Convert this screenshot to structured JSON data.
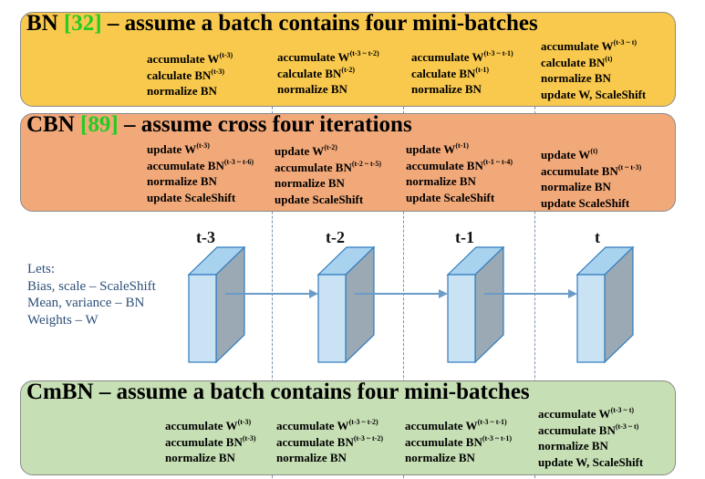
{
  "bn": {
    "title_prefix": "BN ",
    "title_ref": "[32]",
    "title_rest": " – assume a batch contains four mini-batches",
    "columns": [
      [
        {
          "t": "accumulate W",
          "s": "(t-3)"
        },
        {
          "t": "calculate BN",
          "s": "(t-3)"
        },
        {
          "t": "normalize BN",
          "s": ""
        }
      ],
      [
        {
          "t": "accumulate W",
          "s": "(t-3 ~ t-2)"
        },
        {
          "t": "calculate BN",
          "s": "(t-2)"
        },
        {
          "t": "normalize BN",
          "s": ""
        }
      ],
      [
        {
          "t": "accumulate W",
          "s": "(t-3 ~ t-1)"
        },
        {
          "t": "calculate BN",
          "s": "(t-1)"
        },
        {
          "t": "normalize BN",
          "s": ""
        }
      ],
      [
        {
          "t": "accumulate W",
          "s": "(t-3 ~ t)"
        },
        {
          "t": "calculate BN",
          "s": "(t)"
        },
        {
          "t": "normalize BN",
          "s": ""
        },
        {
          "t": "update W, ScaleShift",
          "s": ""
        }
      ]
    ]
  },
  "cbn": {
    "title_prefix": "CBN ",
    "title_ref": "[89]",
    "title_rest": " – assume cross four iterations",
    "columns": [
      [
        {
          "t": "update W",
          "s": "(t-3)"
        },
        {
          "t": "accumulate BN",
          "s": "(t-3 ~ t-6)"
        },
        {
          "t": "normalize BN",
          "s": ""
        },
        {
          "t": "update ScaleShift",
          "s": ""
        }
      ],
      [
        {
          "t": "update W",
          "s": "(t-2)"
        },
        {
          "t": "accumulate BN",
          "s": "(t-2 ~ t-5)"
        },
        {
          "t": "normalize BN",
          "s": ""
        },
        {
          "t": "update ScaleShift",
          "s": ""
        }
      ],
      [
        {
          "t": "update W",
          "s": "(t-1)"
        },
        {
          "t": "accumulate BN",
          "s": "(t-1 ~ t-4)"
        },
        {
          "t": "normalize BN",
          "s": ""
        },
        {
          "t": "update ScaleShift",
          "s": ""
        }
      ],
      [
        {
          "t": "update W",
          "s": "(t)"
        },
        {
          "t": "accumulate BN",
          "s": "(t ~ t-3)"
        },
        {
          "t": "normalize BN",
          "s": ""
        },
        {
          "t": "update ScaleShift",
          "s": ""
        }
      ]
    ]
  },
  "cmbn": {
    "title": "CmBN – assume a batch contains four mini-batches",
    "columns": [
      [
        {
          "t": "accumulate W",
          "s": "(t-3)"
        },
        {
          "t": "accumulate BN",
          "s": "(t-3)"
        },
        {
          "t": "normalize BN",
          "s": ""
        }
      ],
      [
        {
          "t": "accumulate W",
          "s": "(t-3 ~ t-2)"
        },
        {
          "t": "accumulate BN",
          "s": "(t-3 ~ t-2)"
        },
        {
          "t": "normalize BN",
          "s": ""
        }
      ],
      [
        {
          "t": "accumulate W",
          "s": "(t-3 ~ t-1)"
        },
        {
          "t": "accumulate BN",
          "s": "(t-3 ~ t-1)"
        },
        {
          "t": "normalize BN",
          "s": ""
        }
      ],
      [
        {
          "t": "accumulate W",
          "s": "(t-3 ~ t)"
        },
        {
          "t": "accumulate BN",
          "s": "(t-3 ~ t)"
        },
        {
          "t": "normalize BN",
          "s": ""
        },
        {
          "t": "update W, ScaleShift",
          "s": ""
        }
      ]
    ]
  },
  "lets": {
    "heading": "Lets:",
    "lines": [
      "Bias, scale – ScaleShift",
      "Mean, variance – BN",
      "Weights – W"
    ]
  },
  "steps": [
    "t-3",
    "t-2",
    "t-1",
    "t"
  ],
  "colors": {
    "bn_panel": "#f9c94d",
    "cbn_panel": "#f2a97a",
    "cmbn_panel": "#c6dfb4",
    "reference": "#22cc22",
    "block_front": "#c9e3f4",
    "block_top": "#a9d2ee",
    "block_side": "#9aa9b4",
    "block_edge": "#2e7bbd",
    "arrow": "#6b9bc8",
    "lets_text": "#2d4f78"
  }
}
